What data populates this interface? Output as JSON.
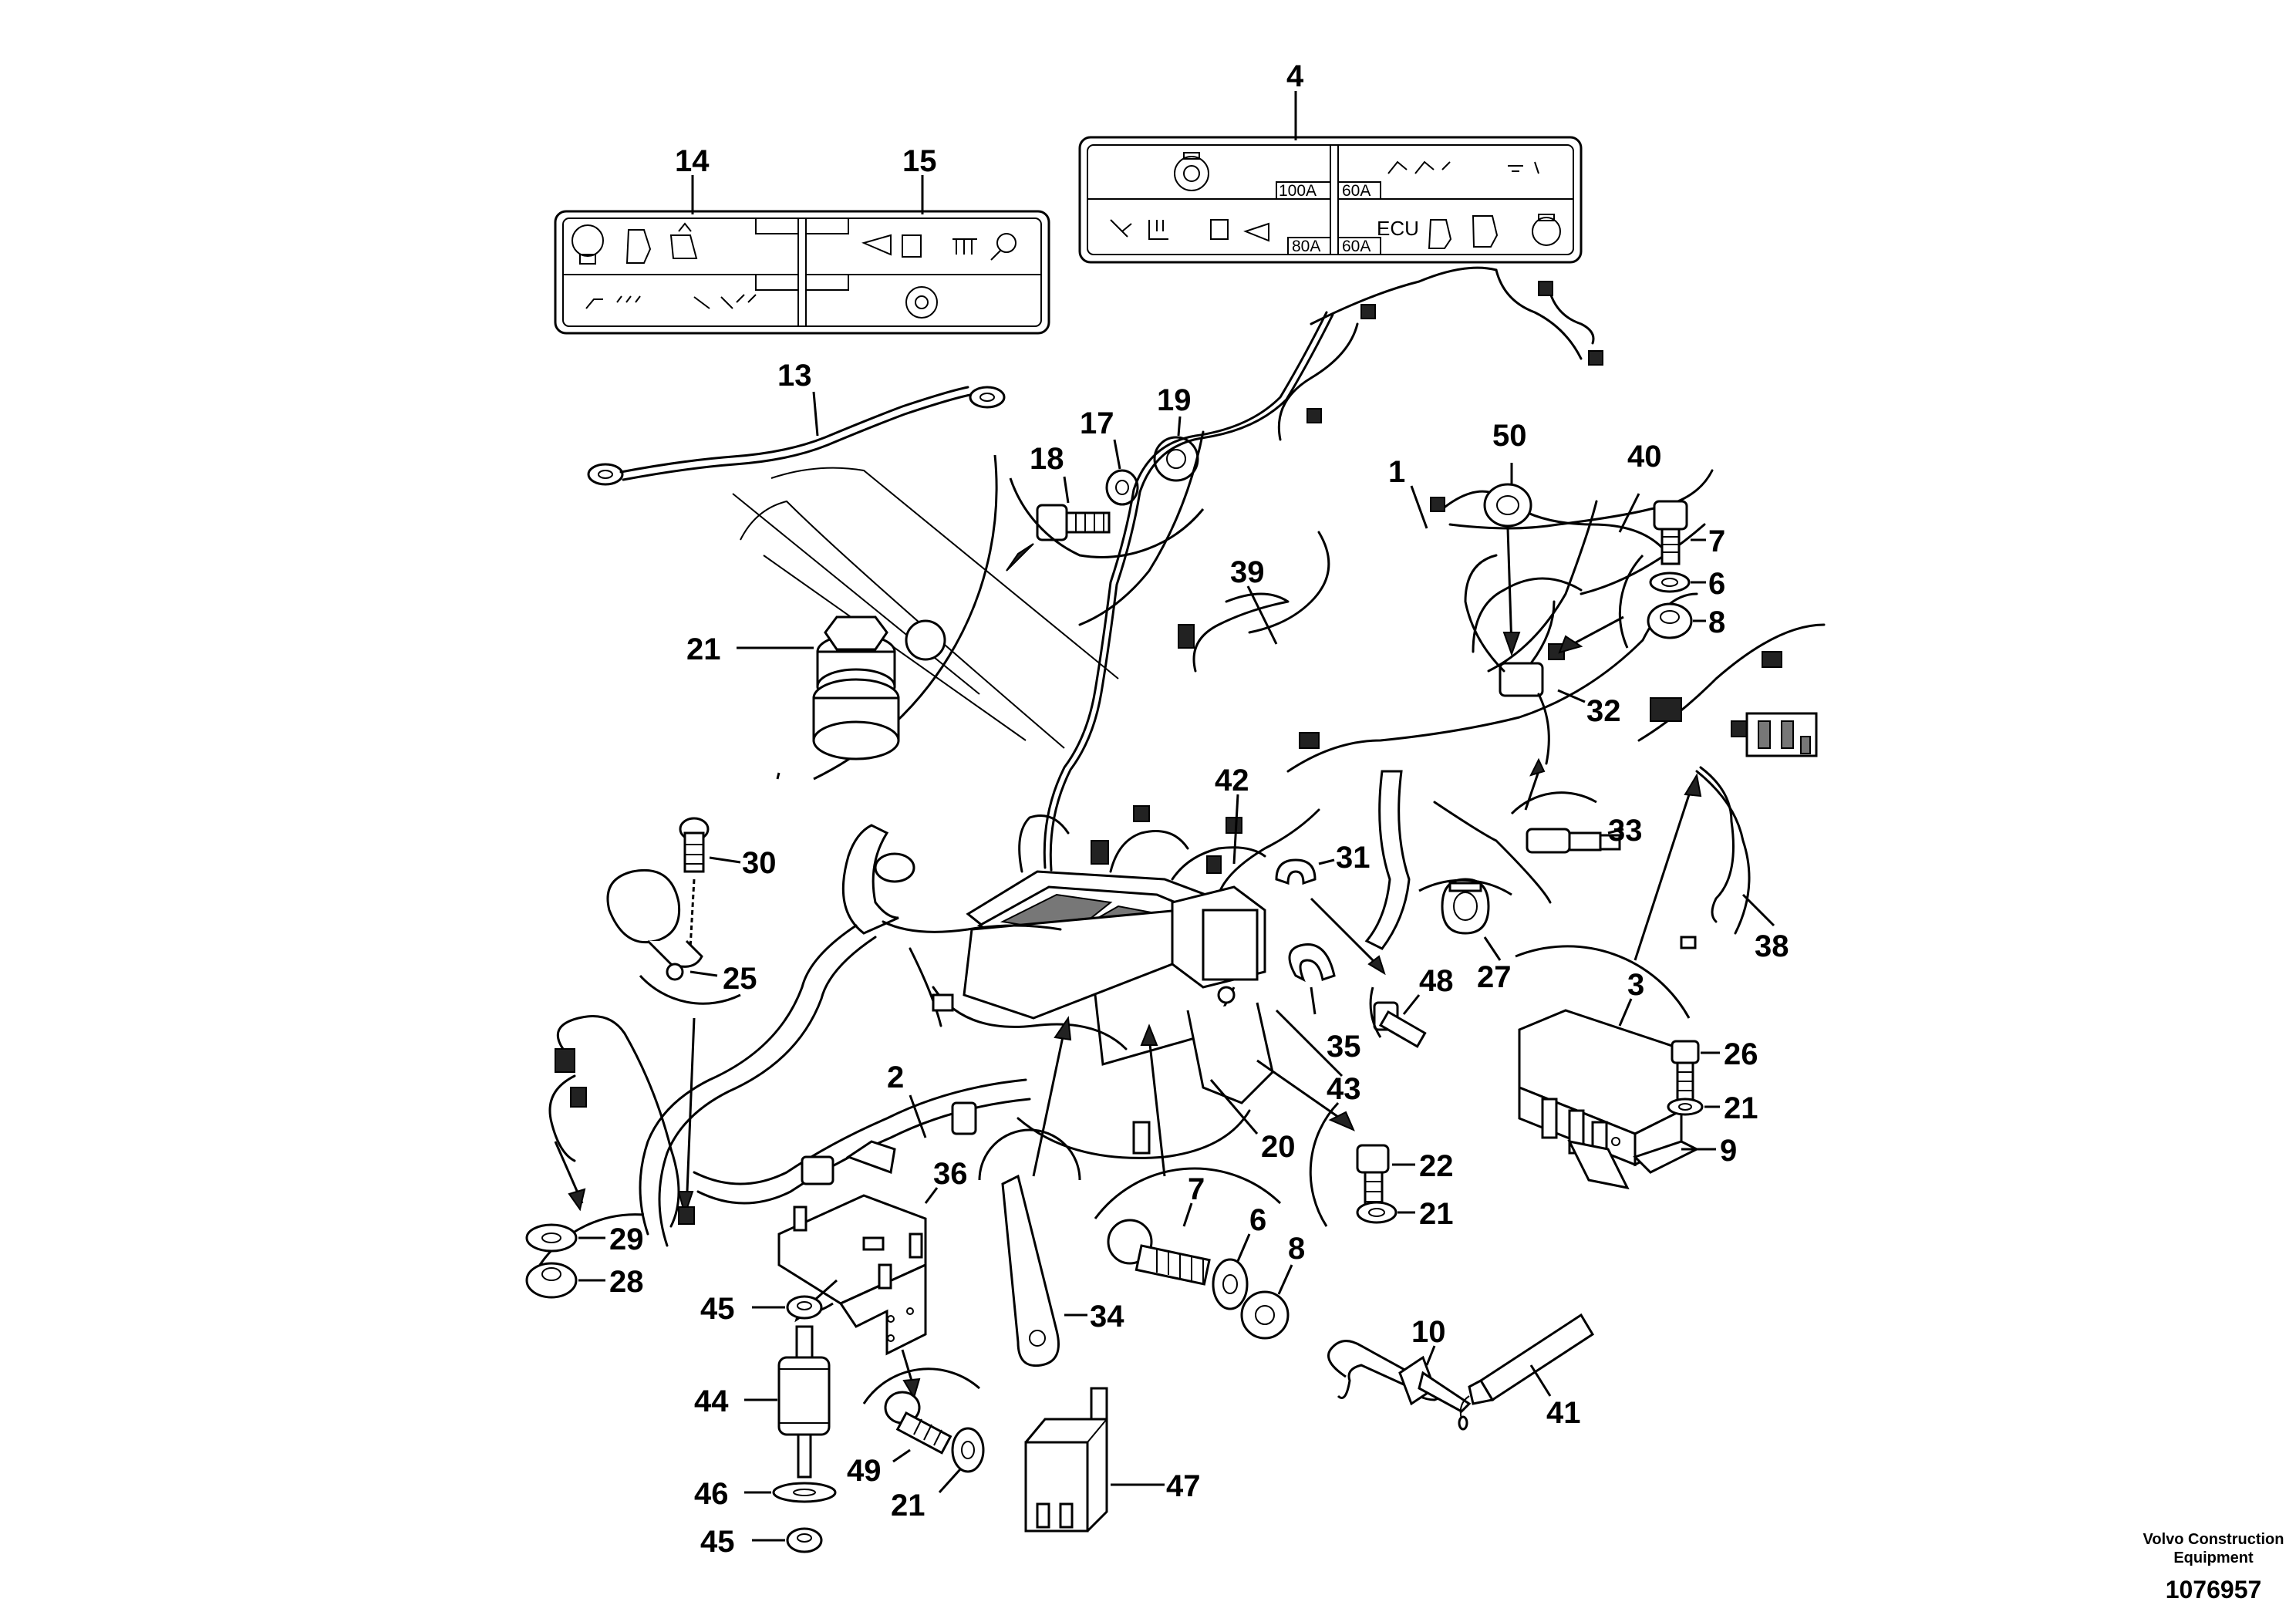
{
  "callouts": {
    "c1": "1",
    "c2": "2",
    "c3": "3",
    "c4": "4",
    "c6a": "6",
    "c6b": "6",
    "c7a": "7",
    "c7b": "7",
    "c8a": "8",
    "c8b": "8",
    "c9": "9",
    "c10": "10",
    "c13": "13",
    "c14": "14",
    "c15": "15",
    "c17": "17",
    "c18": "18",
    "c19": "19",
    "c20": "20",
    "c21a": "21",
    "c21b": "21",
    "c21c": "21",
    "c21d": "21",
    "c22": "22",
    "c25": "25",
    "c26": "26",
    "c27": "27",
    "c28": "28",
    "c29": "29",
    "c30": "30",
    "c31": "31",
    "c32": "32",
    "c33": "33",
    "c34": "34",
    "c35": "35",
    "c36": "36",
    "c38": "38",
    "c39": "39",
    "c40": "40",
    "c41": "41",
    "c42": "42",
    "c43": "43",
    "c44": "44",
    "c45a": "45",
    "c45b": "45",
    "c46": "46",
    "c47": "47",
    "c48": "48",
    "c49": "49",
    "c50": "50"
  },
  "decal_4": {
    "fuse_100a": "100A",
    "fuse_60a_top": "60A",
    "fuse_80a": "80A",
    "fuse_60a_bottom": "60A",
    "ecu": "ECU"
  },
  "footer": {
    "company_line1": "Volvo Construction",
    "company_line2": "Equipment",
    "drawing_number": "1076957"
  }
}
